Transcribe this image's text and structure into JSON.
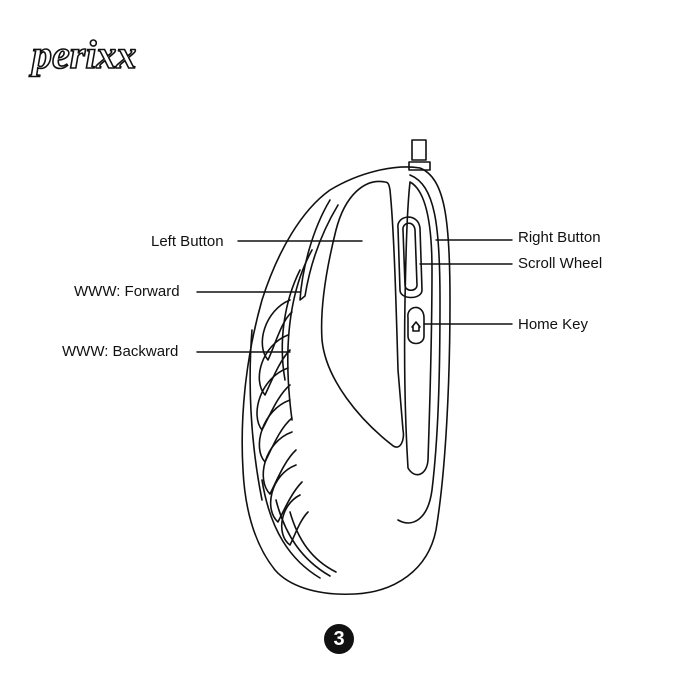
{
  "brand": {
    "logo_text": "perixx"
  },
  "callouts": {
    "left_button": "Left Button",
    "www_forward": "WWW: Forward",
    "www_backward": "WWW: Backward",
    "right_button": "Right Button",
    "scroll_wheel": "Scroll Wheel",
    "home_key": "Home Key"
  },
  "page": {
    "number": "3"
  },
  "colors": {
    "line": "#111111",
    "background": "#ffffff"
  }
}
